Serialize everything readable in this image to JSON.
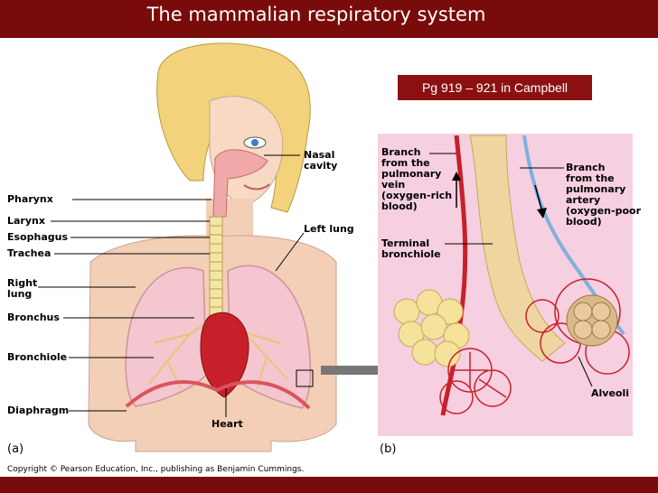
{
  "title": "The mammalian respiratory system",
  "reference": "Pg 919 – 921 in Campbell",
  "panel_a": {
    "tag": "(a)",
    "labels": {
      "nasal_cavity": "Nasal\ncavity",
      "pharynx": "Pharynx",
      "larynx": "Larynx",
      "esophagus": "Esophagus",
      "trachea": "Trachea",
      "left_lung": "Left lung",
      "right_lung": "Right\nlung",
      "bronchus": "Bronchus",
      "bronchiole": "Bronchiole",
      "diaphragm": "Diaphragm",
      "heart": "Heart"
    }
  },
  "panel_b": {
    "tag": "(b)",
    "labels": {
      "branch_vein": "Branch\nfrom the\npulmonary\nvein\n(oxygen-rich\nblood)",
      "branch_artery": "Branch\nfrom the\npulmonary\nartery\n(oxygen-poor\nblood)",
      "terminal_bronchiole": "Terminal\nbronchiole",
      "alveoli": "Alveoli"
    }
  },
  "copyright": "Copyright © Pearson Education, Inc., publishing as Benjamin Cummings.",
  "colors": {
    "banner": "#7a0b0b",
    "reference_box": "#8b1111",
    "panel_b_bg": "#f6cfe0"
  }
}
